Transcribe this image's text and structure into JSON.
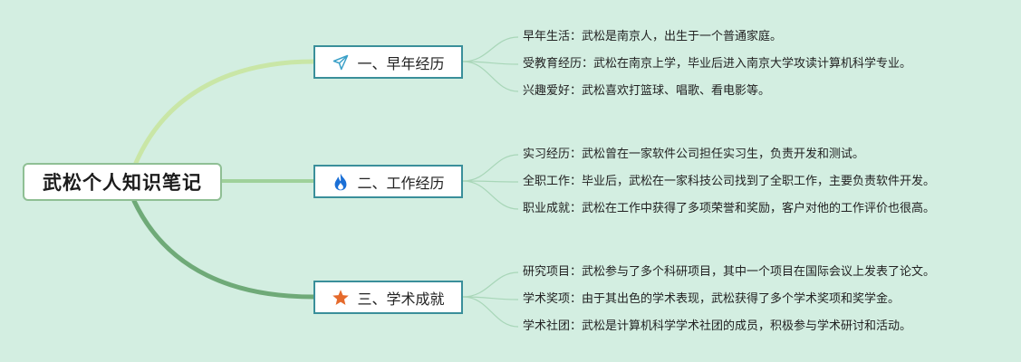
{
  "root": {
    "label": "武松个人知识笔记"
  },
  "branches": [
    {
      "label": "一、早年经历",
      "icon": "paper-plane-icon",
      "items": [
        "早年生活：武松是南京人，出生于一个普通家庭。",
        "受教育经历：武松在南京上学，毕业后进入南京大学攻读计算机科学专业。",
        "兴趣爱好：武松喜欢打篮球、唱歌、看电影等。"
      ]
    },
    {
      "label": "二、工作经历",
      "icon": "flame-icon",
      "items": [
        "实习经历：武松曾在一家软件公司担任实习生，负责开发和测试。",
        "全职工作：毕业后，武松在一家科技公司找到了全职工作，主要负责软件开发。",
        "职业成就：武松在工作中获得了多项荣誉和奖励，客户对他的工作评价也很高。"
      ]
    },
    {
      "label": "三、学术成就",
      "icon": "star-icon",
      "items": [
        "研究项目：武松参与了多个科研项目，其中一个项目在国际会议上发表了论文。",
        "学术奖项：由于其出色的学术表现，武松获得了多个学术奖项和奖学金。",
        "学术社团：武松是计算机科学学术社团的成员，积极参与学术研讨和活动。"
      ]
    }
  ],
  "colors": {
    "background": "#d3eee1",
    "branch1_link": "#c9e6a6",
    "branch2_link": "#9fd19a",
    "branch3_link": "#6faa78",
    "leaf_link": "#a8d6b8",
    "branch_border": "#3a8f9a",
    "paper_plane": "#3aa0c8",
    "flame": "#1a6fd6",
    "star": "#e56a2c"
  }
}
